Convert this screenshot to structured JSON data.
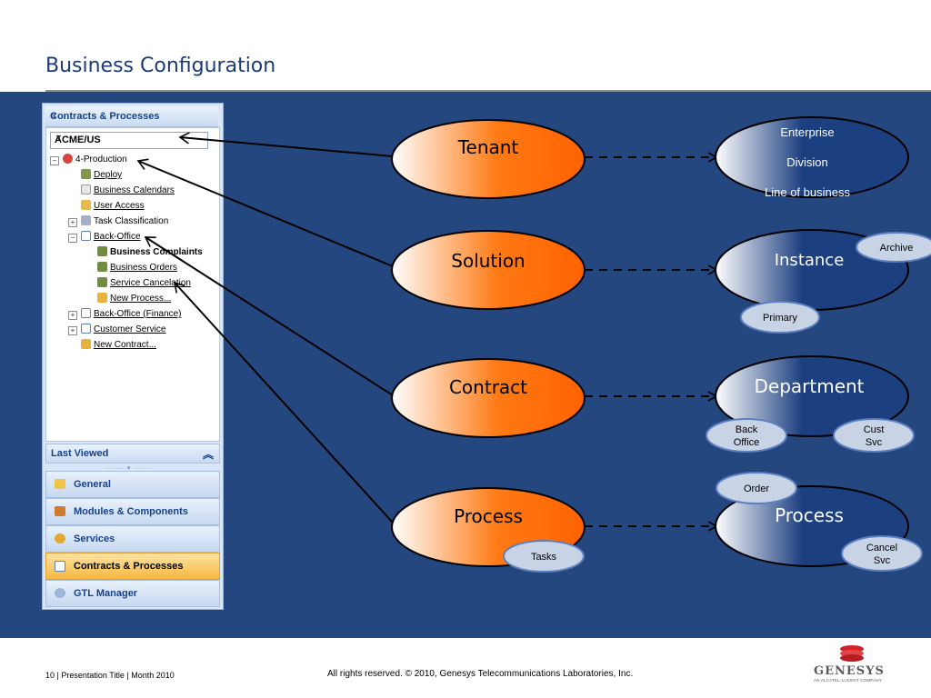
{
  "slide": {
    "title": "Business Configuration",
    "footer_left": "10 | Presentation Title | Month 2010",
    "footer_center": "All rights reserved. © 2010, Genesys Telecommunications Laboratories, Inc.",
    "logo_text": "GENESYS",
    "logo_subtext": "AN ALCATEL-LUCENT COMPANY"
  },
  "panel": {
    "header": "Contracts & Processes",
    "collapse_icon": "double-chevron-left-icon",
    "tenant_combo": "ACME/US",
    "tree": [
      {
        "label": "4-Production",
        "icon": "tenant-icon",
        "style": "plain"
      },
      {
        "label": "Deploy",
        "icon": "deploy-icon",
        "style": "link"
      },
      {
        "label": "Business Calendars",
        "icon": "calendar-icon",
        "style": "link"
      },
      {
        "label": "User Access",
        "icon": "lock-icon",
        "style": "link"
      },
      {
        "label": "Task Classification",
        "icon": "classification-icon",
        "style": "plain"
      },
      {
        "label": "Back-Office",
        "icon": "list-icon",
        "style": "link"
      },
      {
        "label": "Business Complaints",
        "icon": "process-icon",
        "style": "bold"
      },
      {
        "label": "Business Orders",
        "icon": "process-icon",
        "style": "link"
      },
      {
        "label": "Service Cancelation",
        "icon": "process-icon",
        "style": "link"
      },
      {
        "label": "New Process...",
        "icon": "new-process-icon",
        "style": "link"
      },
      {
        "label": "Back-Office (Finance)",
        "icon": "list-icon",
        "style": "link"
      },
      {
        "label": "Customer Service",
        "icon": "list-icon",
        "style": "link"
      },
      {
        "label": "New Contract...",
        "icon": "new-contract-icon",
        "style": "link"
      }
    ],
    "last_viewed": "Last Viewed",
    "nav": [
      {
        "label": "General",
        "icon": "folder-icon",
        "active": false
      },
      {
        "label": "Modules & Components",
        "icon": "modules-icon",
        "active": false
      },
      {
        "label": "Services",
        "icon": "gear-icon",
        "active": false
      },
      {
        "label": "Contracts & Processes",
        "icon": "list-icon",
        "active": true
      },
      {
        "label": "GTL Manager",
        "icon": "magnifier-icon",
        "active": false
      }
    ]
  },
  "diagram": {
    "left_nodes": [
      "Tenant",
      "Solution",
      "Contract",
      "Process"
    ],
    "right_nodes": [
      {
        "lines": [
          "Enterprise",
          "Division",
          "Line of business"
        ]
      },
      {
        "lines": [
          "Instance"
        ]
      },
      {
        "lines": [
          "Department"
        ]
      },
      {
        "lines": [
          "Process"
        ]
      }
    ],
    "bubbles": {
      "archive": "Archive",
      "primary": "Primary",
      "back_office": [
        "Back",
        "Office"
      ],
      "cust_svc": [
        "Cust",
        "Svc"
      ],
      "order": "Order",
      "tasks": "Tasks",
      "cancel_svc": [
        "Cancel",
        "Svc"
      ]
    },
    "colors": {
      "background": "#24477f",
      "left_node_accent": "#ff6a00",
      "right_node_accent": "#1c3f80",
      "bubble": "#c8d3e6"
    }
  }
}
